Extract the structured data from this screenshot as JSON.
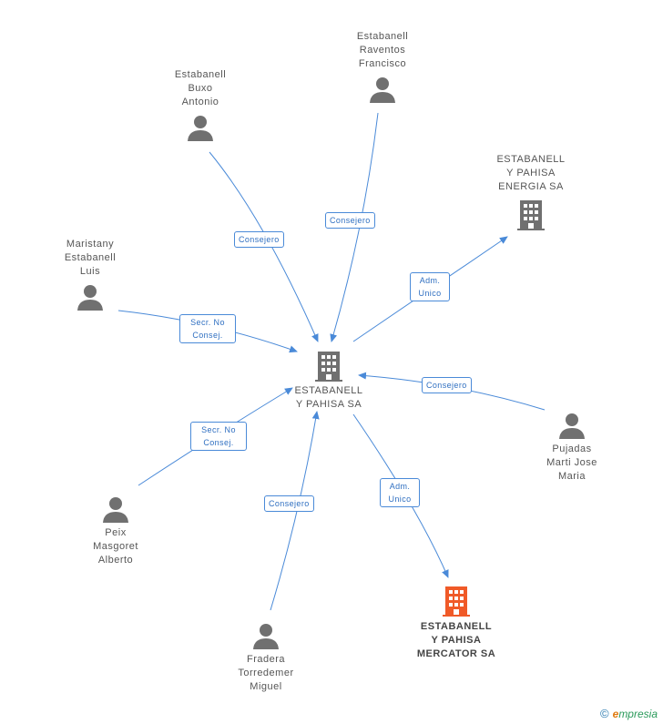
{
  "nodes": {
    "center": {
      "label": "ESTABANELL\nY PAHISA SA"
    },
    "buxo": {
      "label": "Estabanell\nBuxo\nAntonio"
    },
    "raventos": {
      "label": "Estabanell\nRaventos\nFrancisco"
    },
    "energia": {
      "label": "ESTABANELL\nY PAHISA\nENERGIA SA"
    },
    "maristany": {
      "label": "Maristany\nEstabanell\nLuis"
    },
    "pujadas": {
      "label": "Pujadas\nMarti Jose\nMaria"
    },
    "peix": {
      "label": "Peix\nMasgoret\nAlberto"
    },
    "fradera": {
      "label": "Fradera\nTorredemer\nMiguel"
    },
    "mercator": {
      "label": "ESTABANELL\nY PAHISA\nMERCATOR SA"
    }
  },
  "edges": {
    "buxo": "Consejero",
    "raventos": "Consejero",
    "energia": "Adm.\nUnico",
    "maristany": "Secr. No\nConsej.",
    "pujadas": "Consejero",
    "peix": "Secr. No\nConsej.",
    "fradera": "Consejero",
    "mercator": "Adm.\nUnico"
  },
  "colors": {
    "edge": "#4a8ad8",
    "icon": "#707070",
    "highlight": "#f05a28"
  },
  "icons": {
    "person": "person-icon",
    "company": "building-icon"
  },
  "brand": {
    "copyright": "©",
    "initial": "e",
    "rest": "mpresia"
  }
}
